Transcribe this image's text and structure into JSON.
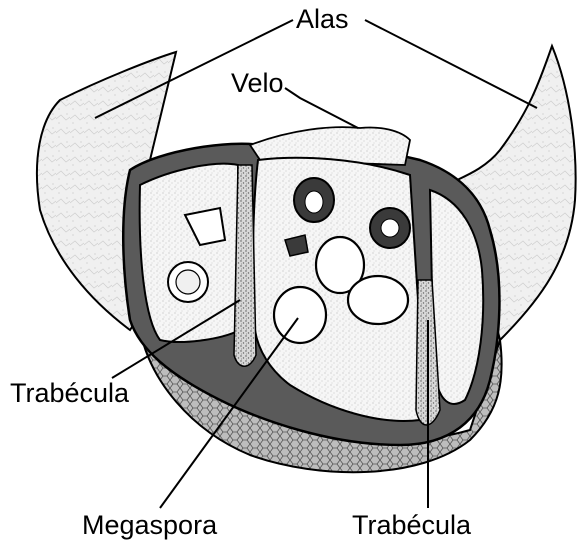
{
  "labels": {
    "alas": "Alas",
    "velo": "Velo",
    "trabecula_left": "Trabécula",
    "megaspora": "Megaspora",
    "trabecula_right": "Trabécula"
  },
  "colors": {
    "ink": "#000000",
    "wing_fill": "#efefef",
    "sporangium_dark": "#4a4a4a",
    "cavity_fill": "#f4f4f4",
    "base_texture": "#8a8a8a"
  }
}
